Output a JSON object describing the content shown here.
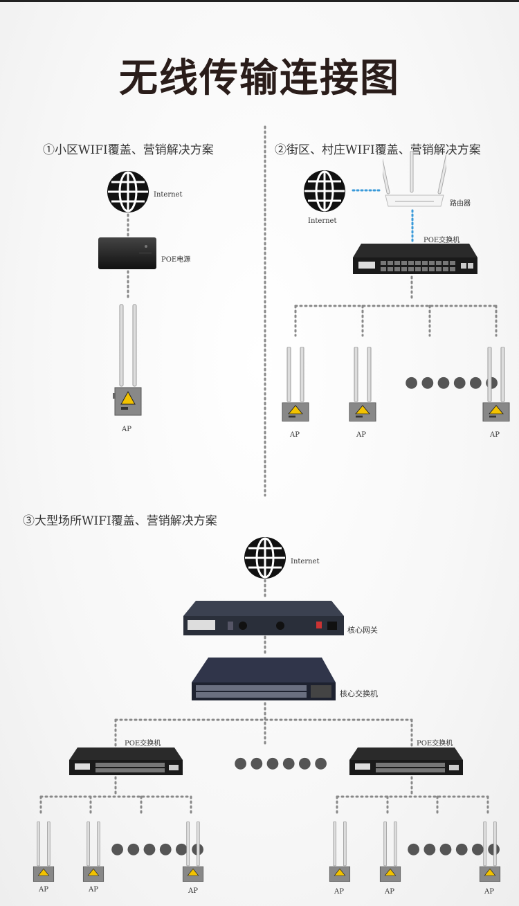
{
  "title": "无线传输连接图",
  "sections": {
    "s1": {
      "title": "①小区WIFI覆盖、营销解决方案",
      "internet": "Internet",
      "poe_power": "POE电源",
      "ap": "AP"
    },
    "s2": {
      "title": "②街区、村庄WIFI覆盖、营销解决方案",
      "internet": "Internet",
      "router": "路由器",
      "poe_switch": "POE交换机",
      "ap1": "AP",
      "ap2": "AP",
      "ap3": "AP"
    },
    "s3": {
      "title": "③大型场所WIFI覆盖、营销解决方案",
      "internet": "Internet",
      "gateway": "核心网关",
      "core_switch": "核心交换机",
      "poe_switch_left": "POE交换机",
      "poe_switch_right": "POE交换机",
      "ap1": "AP",
      "ap2": "AP",
      "ap3": "AP",
      "ap4": "AP",
      "ap5": "AP",
      "ap6": "AP"
    }
  },
  "colors": {
    "dotted_line": "#888888",
    "wifi_link": "#3a9ad9",
    "title": "#2a1d1a"
  },
  "icons": [
    "globe-icon",
    "poe-power-icon",
    "router-icon",
    "switch-icon",
    "gateway-icon",
    "ap-icon",
    "warning-icon"
  ]
}
